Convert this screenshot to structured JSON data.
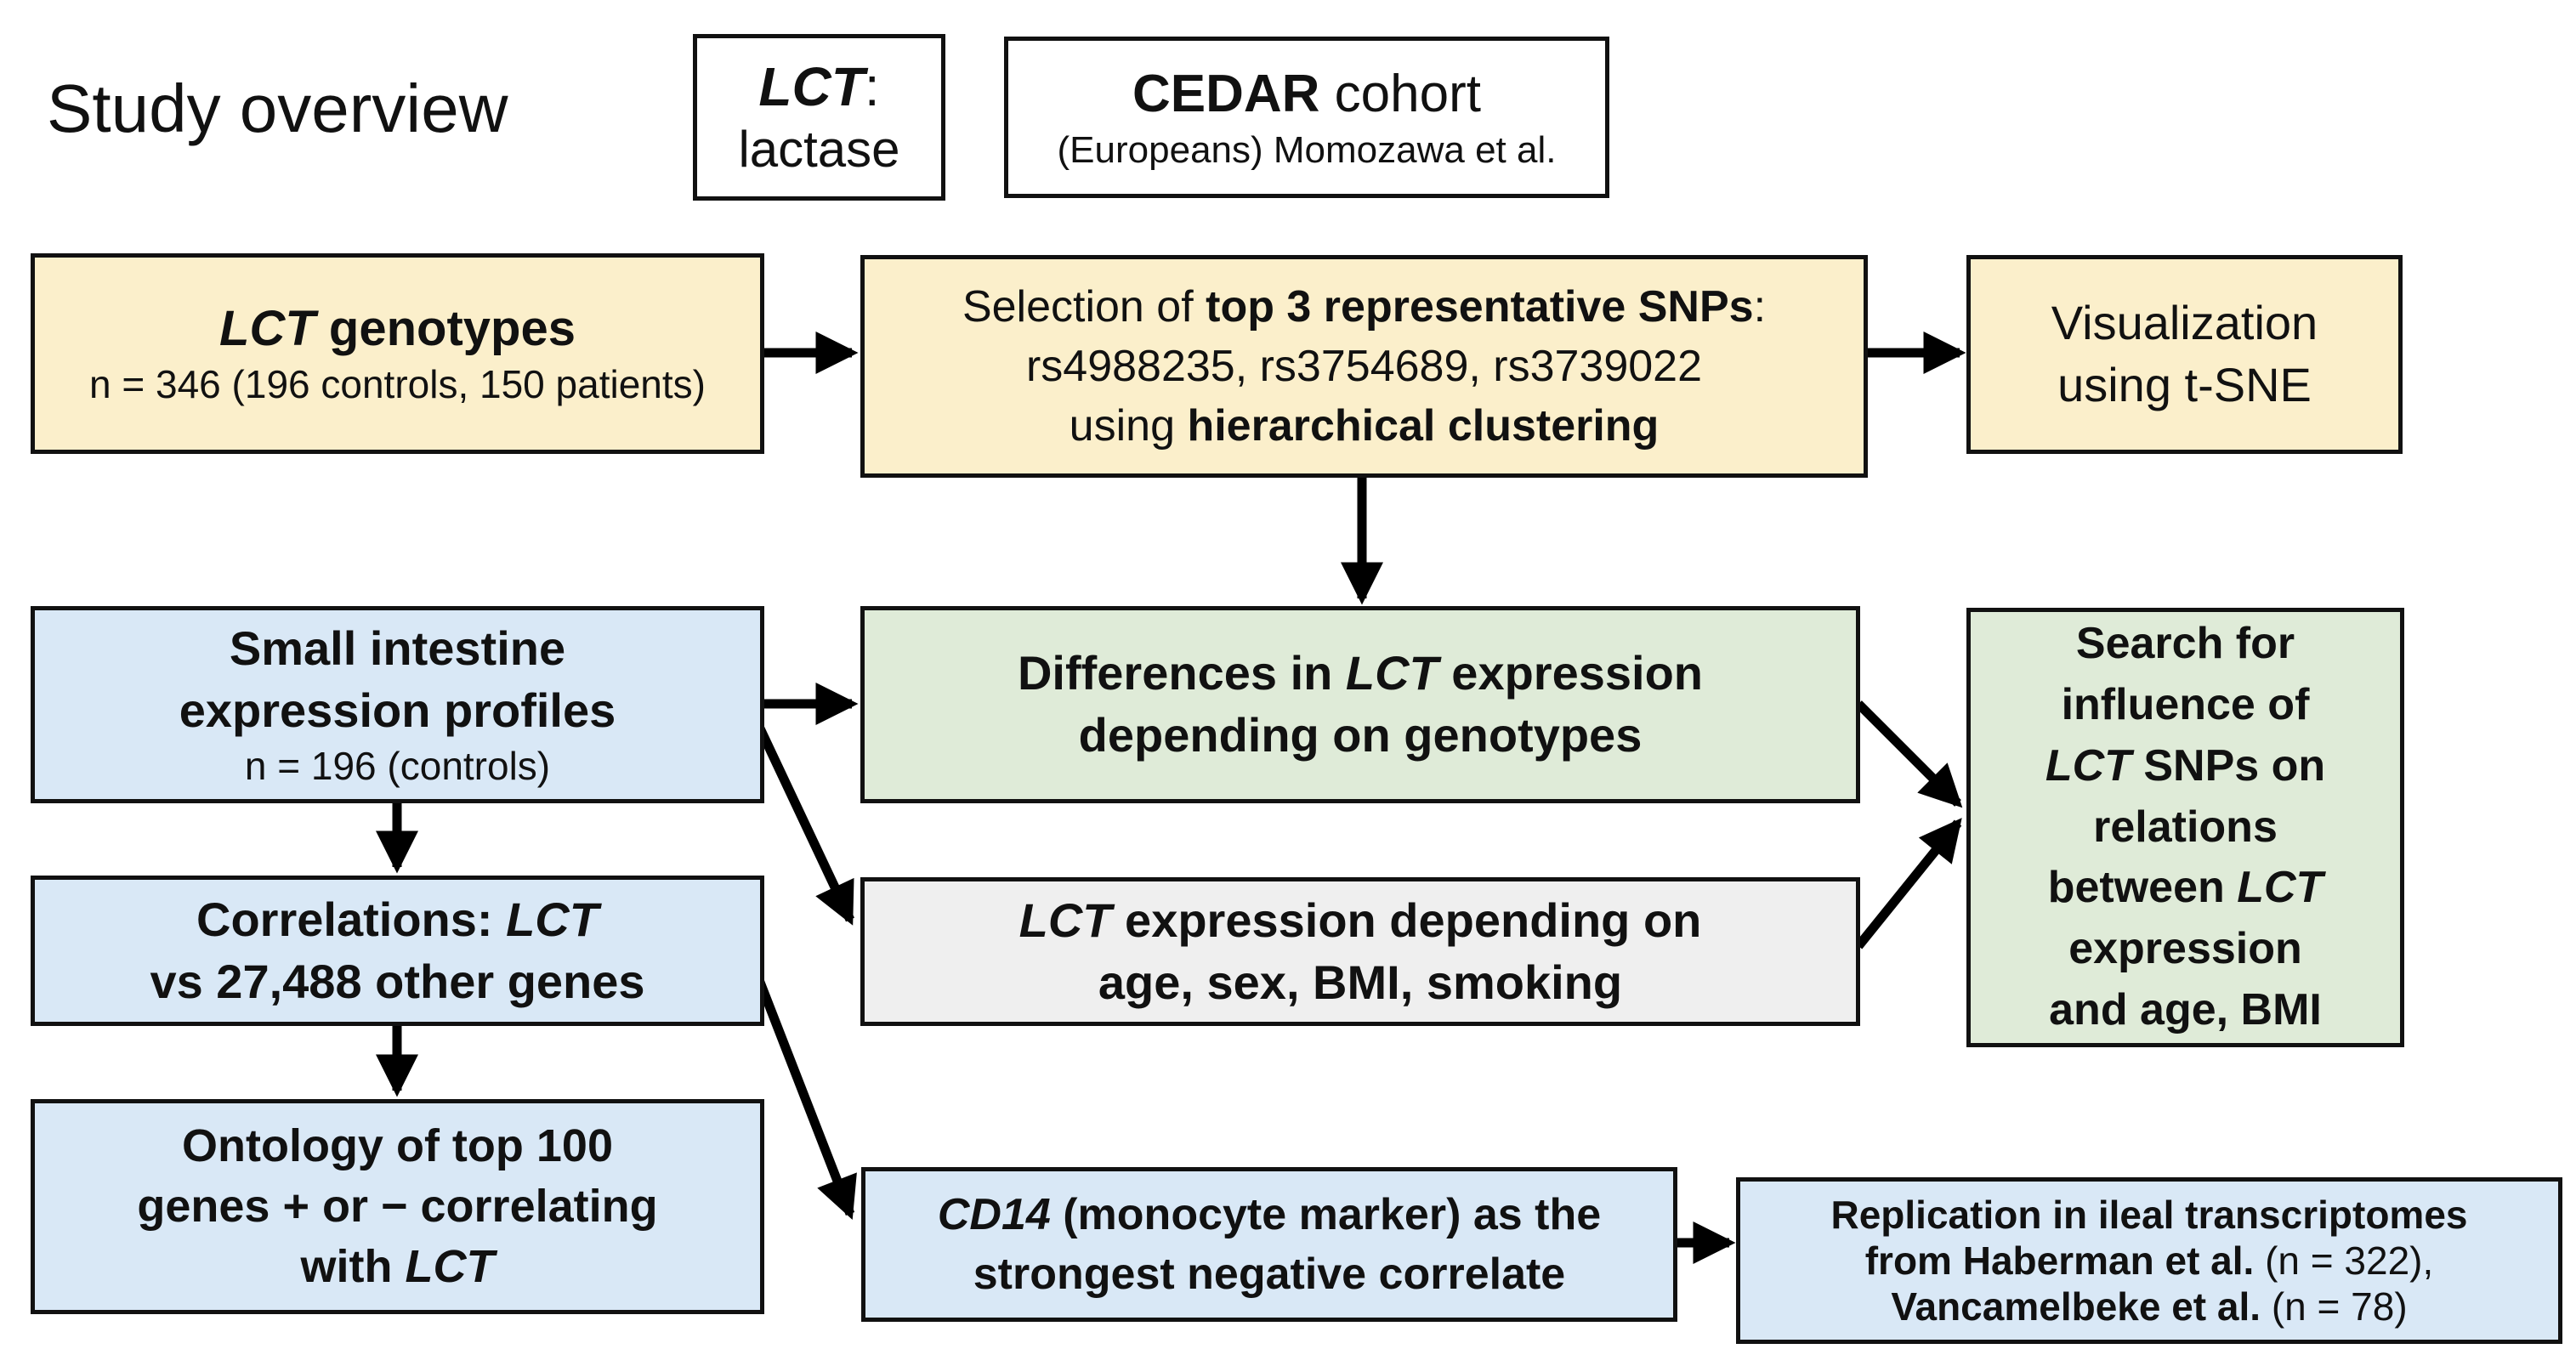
{
  "title": "Study overview",
  "colors": {
    "yellow": "#FBEFCB",
    "blue": "#D9E8F6",
    "green": "#DFEBD8",
    "gray": "#EFEFEF",
    "white": "#FFFFFF",
    "border": "#111111",
    "arrow": "#000000"
  },
  "legend": {
    "lct_box": {
      "gene": "LCT",
      "colon": ":",
      "definition": "lactase"
    },
    "cedar_box": {
      "name": "CEDAR",
      "name_rest": " cohort",
      "source": "(Europeans) Momozawa et al."
    }
  },
  "boxes": {
    "lct_genotypes": {
      "gene": "LCT",
      "title_rest": " genotypes",
      "sample": "n = 346 (196 controls, 150 patients)"
    },
    "snp_selection": {
      "l1_pre": "Selection of ",
      "l1_bold": "top 3 representative SNPs",
      "l1_colon": ":",
      "l2": "rs4988235, rs3754689, rs3739022",
      "l3_pre": "using ",
      "l3_bold": "hierarchical clustering"
    },
    "tsne": {
      "l1": "Visualization",
      "l2": "using t-SNE"
    },
    "small_intestine": {
      "l1": "Small intestine",
      "l2": "expression profiles",
      "sample": "n = 196 (controls)"
    },
    "differences": {
      "l1_pre": "Differences in ",
      "l1_gene": "LCT",
      "l1_post": " expression",
      "l2": "depending on genotypes"
    },
    "covariates": {
      "l1_gene": "LCT",
      "l1_post": " expression depending on",
      "l2": "age, sex, BMI, smoking"
    },
    "search_influence": {
      "l1": "Search for",
      "l2": "influence of",
      "l3_gene": "LCT",
      "l3_post": " SNPs on",
      "l4": "relations",
      "l5_pre": "between ",
      "l5_gene": "LCT",
      "l6": "expression",
      "l7": "and age, BMI"
    },
    "correlations": {
      "l1_pre": "Correlations: ",
      "l1_gene": "LCT",
      "l2": "vs 27,488 other genes"
    },
    "ontology": {
      "l1": "Ontology of top 100",
      "l2": "genes + or − correlating",
      "l3_pre": "with ",
      "l3_gene": "LCT"
    },
    "cd14": {
      "l1_gene": "CD14",
      "l1_post": " (monocyte marker) as the",
      "l2": "strongest negative correlate"
    },
    "replication": {
      "l1": "Replication in ileal transcriptomes",
      "l2_bold": "from Haberman et al.",
      "l2_reg": " (n = 322),",
      "l3_bold": "Vancamelbeke et al.",
      "l3_reg": " (n = 78)"
    }
  }
}
